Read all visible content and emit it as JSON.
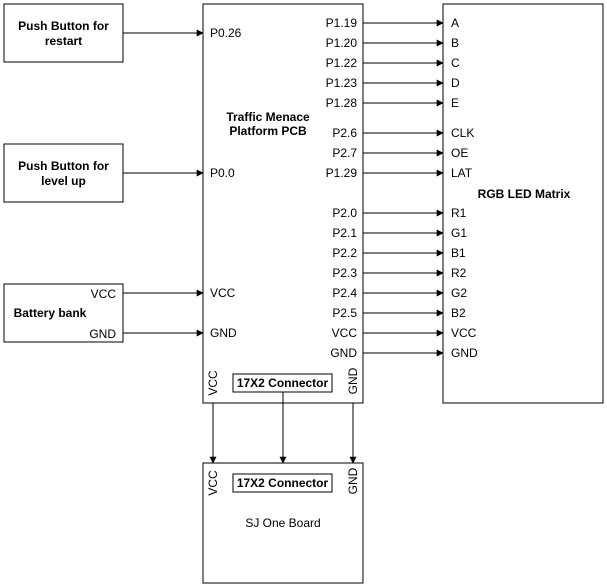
{
  "restart_block": {
    "line1": "Push Button for",
    "line2": "restart"
  },
  "levelup_block": {
    "line1": "Push Button for",
    "line2": "level up"
  },
  "battery_block": {
    "label": "Battery bank",
    "vcc": "VCC",
    "gnd": "GND"
  },
  "pcb": {
    "title1": "Traffic Menace",
    "title2": "Platform PCB",
    "left_pins": [
      "P0.26",
      "P0.0",
      "VCC",
      "GND"
    ],
    "right_pins": [
      "P1.19",
      "P1.20",
      "P1.22",
      "P1.23",
      "P1.28",
      "P2.6",
      "P2.7",
      "P1.29",
      "P2.0",
      "P2.1",
      "P2.2",
      "P2.3",
      "P2.4",
      "P2.5",
      "VCC",
      "GND"
    ],
    "bottom_vcc": "VCC",
    "bottom_gnd": "GND",
    "connector": "17X2 Connector"
  },
  "matrix": {
    "title": "RGB LED Matrix",
    "pins": [
      "A",
      "B",
      "C",
      "D",
      "E",
      "CLK",
      "OE",
      "LAT",
      "R1",
      "G1",
      "B1",
      "R2",
      "G2",
      "B2",
      "VCC",
      "GND"
    ]
  },
  "sjone": {
    "title": "SJ One Board",
    "vcc": "VCC",
    "gnd": "GND",
    "connector": "17X2 Connector"
  }
}
